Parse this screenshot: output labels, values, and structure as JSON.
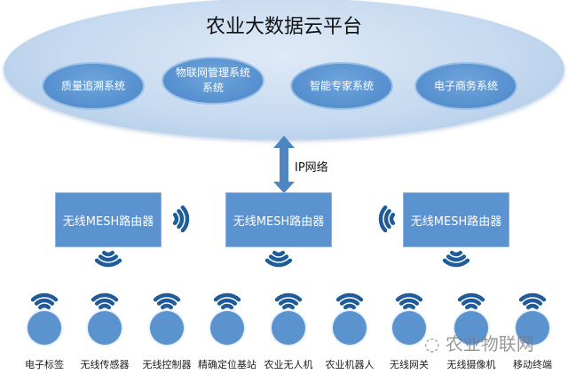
{
  "platform": {
    "title": "农业大数据云平台",
    "systems": [
      "质量追溯系统",
      "物联网管理系统系统",
      "智能专家系统",
      "电子商务系统"
    ]
  },
  "network": {
    "link_label": "IP网络"
  },
  "routers": [
    "无线MESH路由器",
    "无线MESH路由器",
    "无线MESH路由器"
  ],
  "devices": [
    "电子标签",
    "无线传感器",
    "无线控制器",
    "精确定位基站",
    "农业无人机",
    "农业机器人",
    "无线网关",
    "无线摄像机",
    "移动终端"
  ],
  "watermark": "农业物联网",
  "colors": {
    "box": "#5b93d0",
    "cloud": "#c3d8ef",
    "signal": "#1f5c99"
  }
}
